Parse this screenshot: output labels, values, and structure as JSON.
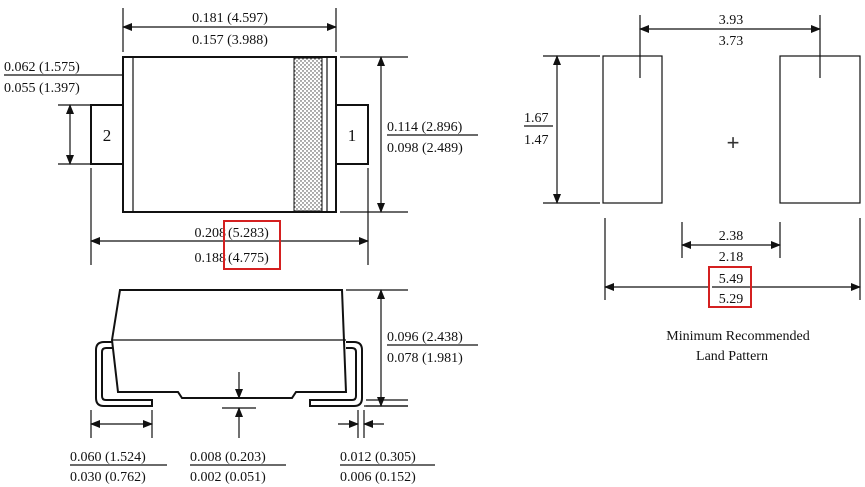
{
  "top_view": {
    "body_length": {
      "in": "0.181",
      "mm": "(4.597)",
      "in_min": "0.157",
      "mm_min": "(3.988)"
    },
    "lead_height": {
      "in": "0.062",
      "mm": "(1.575)",
      "in_min": "0.055",
      "mm_min": "(1.397)"
    },
    "body_width": {
      "in": "0.114",
      "mm": "(2.896)",
      "in_min": "0.098",
      "mm_min": "(2.489)"
    },
    "overall_length": {
      "in": "0.208",
      "mm": "(5.283)",
      "in_min": "0.188",
      "mm_min": "(4.775)"
    },
    "pin_left": "2",
    "pin_right": "1"
  },
  "side_view": {
    "height": {
      "in": "0.096",
      "mm": "(2.438)",
      "in_min": "0.078",
      "mm_min": "(1.981)"
    },
    "lead_length": {
      "in": "0.060",
      "mm": "(1.524)",
      "in_min": "0.030",
      "mm_min": "(0.762)"
    },
    "standoff": {
      "in": "0.008",
      "mm": "(0.203)",
      "in_min": "0.002",
      "mm_min": "(0.051)"
    },
    "lead_thickness": {
      "in": "0.012",
      "mm": "(0.305)",
      "in_min": "0.006",
      "mm_min": "(0.152)"
    }
  },
  "land_pattern": {
    "outer_span": {
      "max": "3.93",
      "min": "3.73"
    },
    "pad_height": {
      "max": "1.67",
      "min": "1.47"
    },
    "gap": {
      "max": "2.38",
      "min": "2.18"
    },
    "overall": {
      "max": "5.49",
      "min": "5.29"
    },
    "center_mark": "+",
    "caption_line1": "Minimum Recommended",
    "caption_line2": "Land Pattern"
  },
  "colors": {
    "line": "#111111",
    "highlight": "#d42020",
    "background": "#ffffff"
  }
}
